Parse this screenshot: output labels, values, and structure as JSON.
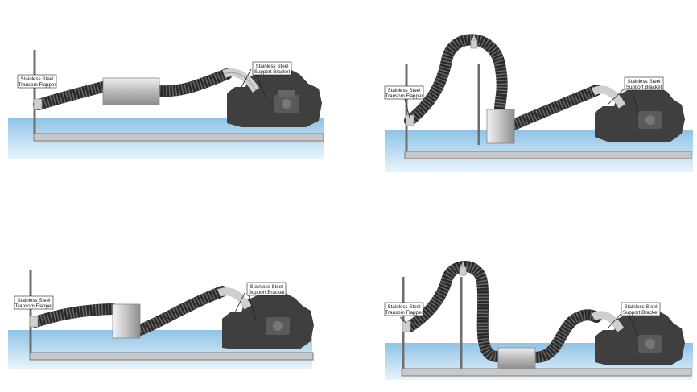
{
  "labels": {
    "flapper_line1": "Stainless Steel",
    "flapper_line2": "Transom Flapper",
    "bracket_line1": "Stainless Steel",
    "bracket_line2": "Support Bracket"
  },
  "colors": {
    "water_top": "#8ec3e6",
    "water_bottom": "#e9f4fb",
    "hose_dark": "#2a2a2a",
    "hose_rib": "#6a6a6a",
    "engine": "#3f3f3f",
    "muffler_light": "#e6e6e6",
    "muffler_dark": "#8e8e8e",
    "hull_line": "#7a7a7a",
    "divider": "#d2d2d2"
  },
  "panels": [
    {
      "id": "top-left",
      "layout": "inline-muffler"
    },
    {
      "id": "top-right",
      "layout": "vertical-lift-muffler-with-loop"
    },
    {
      "id": "bottom-left",
      "layout": "vertical-muffler"
    },
    {
      "id": "bottom-right",
      "layout": "low-muffler-with-loop"
    }
  ]
}
